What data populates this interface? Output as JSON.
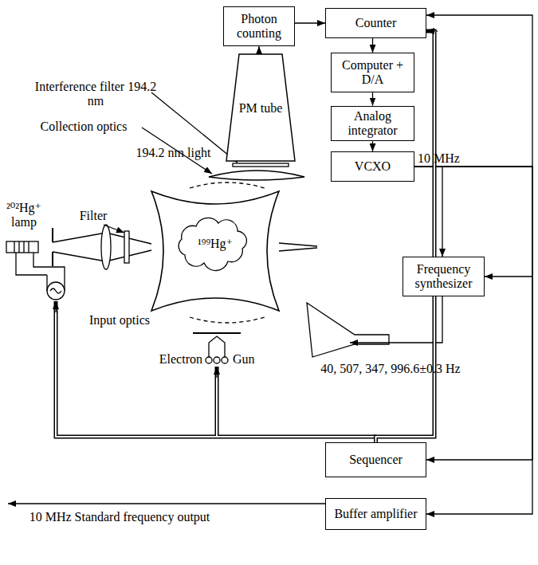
{
  "diagram": {
    "nodes": [
      {
        "text": [
          "Photon counting"
        ]
      },
      {
        "text": [
          "Counter"
        ]
      },
      {
        "text": [
          "Computer + D/A"
        ]
      },
      {
        "text": [
          "PM tube"
        ]
      },
      {
        "text": [
          "Analog integrator"
        ]
      },
      {
        "text": [
          "VCXO"
        ]
      },
      {
        "text": [
          "Frequency synthesizer"
        ]
      },
      {
        "text": [
          "Sequencer"
        ]
      },
      {
        "text": [
          "Buffer amplifier"
        ]
      }
    ],
    "edges": [
      {
        "from": 3,
        "to": 0,
        "arrow": "to"
      },
      {
        "from": 0,
        "to": 1,
        "arrow": "to"
      },
      {
        "from": 1,
        "to": 2,
        "arrow": "to"
      },
      {
        "from": 2,
        "to": 4,
        "arrow": "to"
      },
      {
        "from": 4,
        "to": 5,
        "arrow": "to"
      },
      {
        "from": 5,
        "to": 6,
        "arrow": "to"
      },
      {
        "from": 5,
        "to": 1,
        "arrow": "to"
      },
      {
        "from": 5,
        "to": 7,
        "arrow": "to"
      },
      {
        "from": 5,
        "to": 8,
        "arrow": "to"
      },
      {
        "from": 7,
        "to": 1,
        "arrow": "to"
      }
    ],
    "labels": [
      "Interference filter 194.2 nm",
      "Collection optics",
      "194.2 nm light",
      "²⁰²Hg⁺ lamp",
      "Filter",
      "¹⁹⁹Hg⁺",
      "Input optics",
      "Electron",
      "Gun",
      "10 MHz",
      "40, 507, 347, 996.6±0.3 Hz",
      "10 MHz Standard frequency output"
    ]
  }
}
